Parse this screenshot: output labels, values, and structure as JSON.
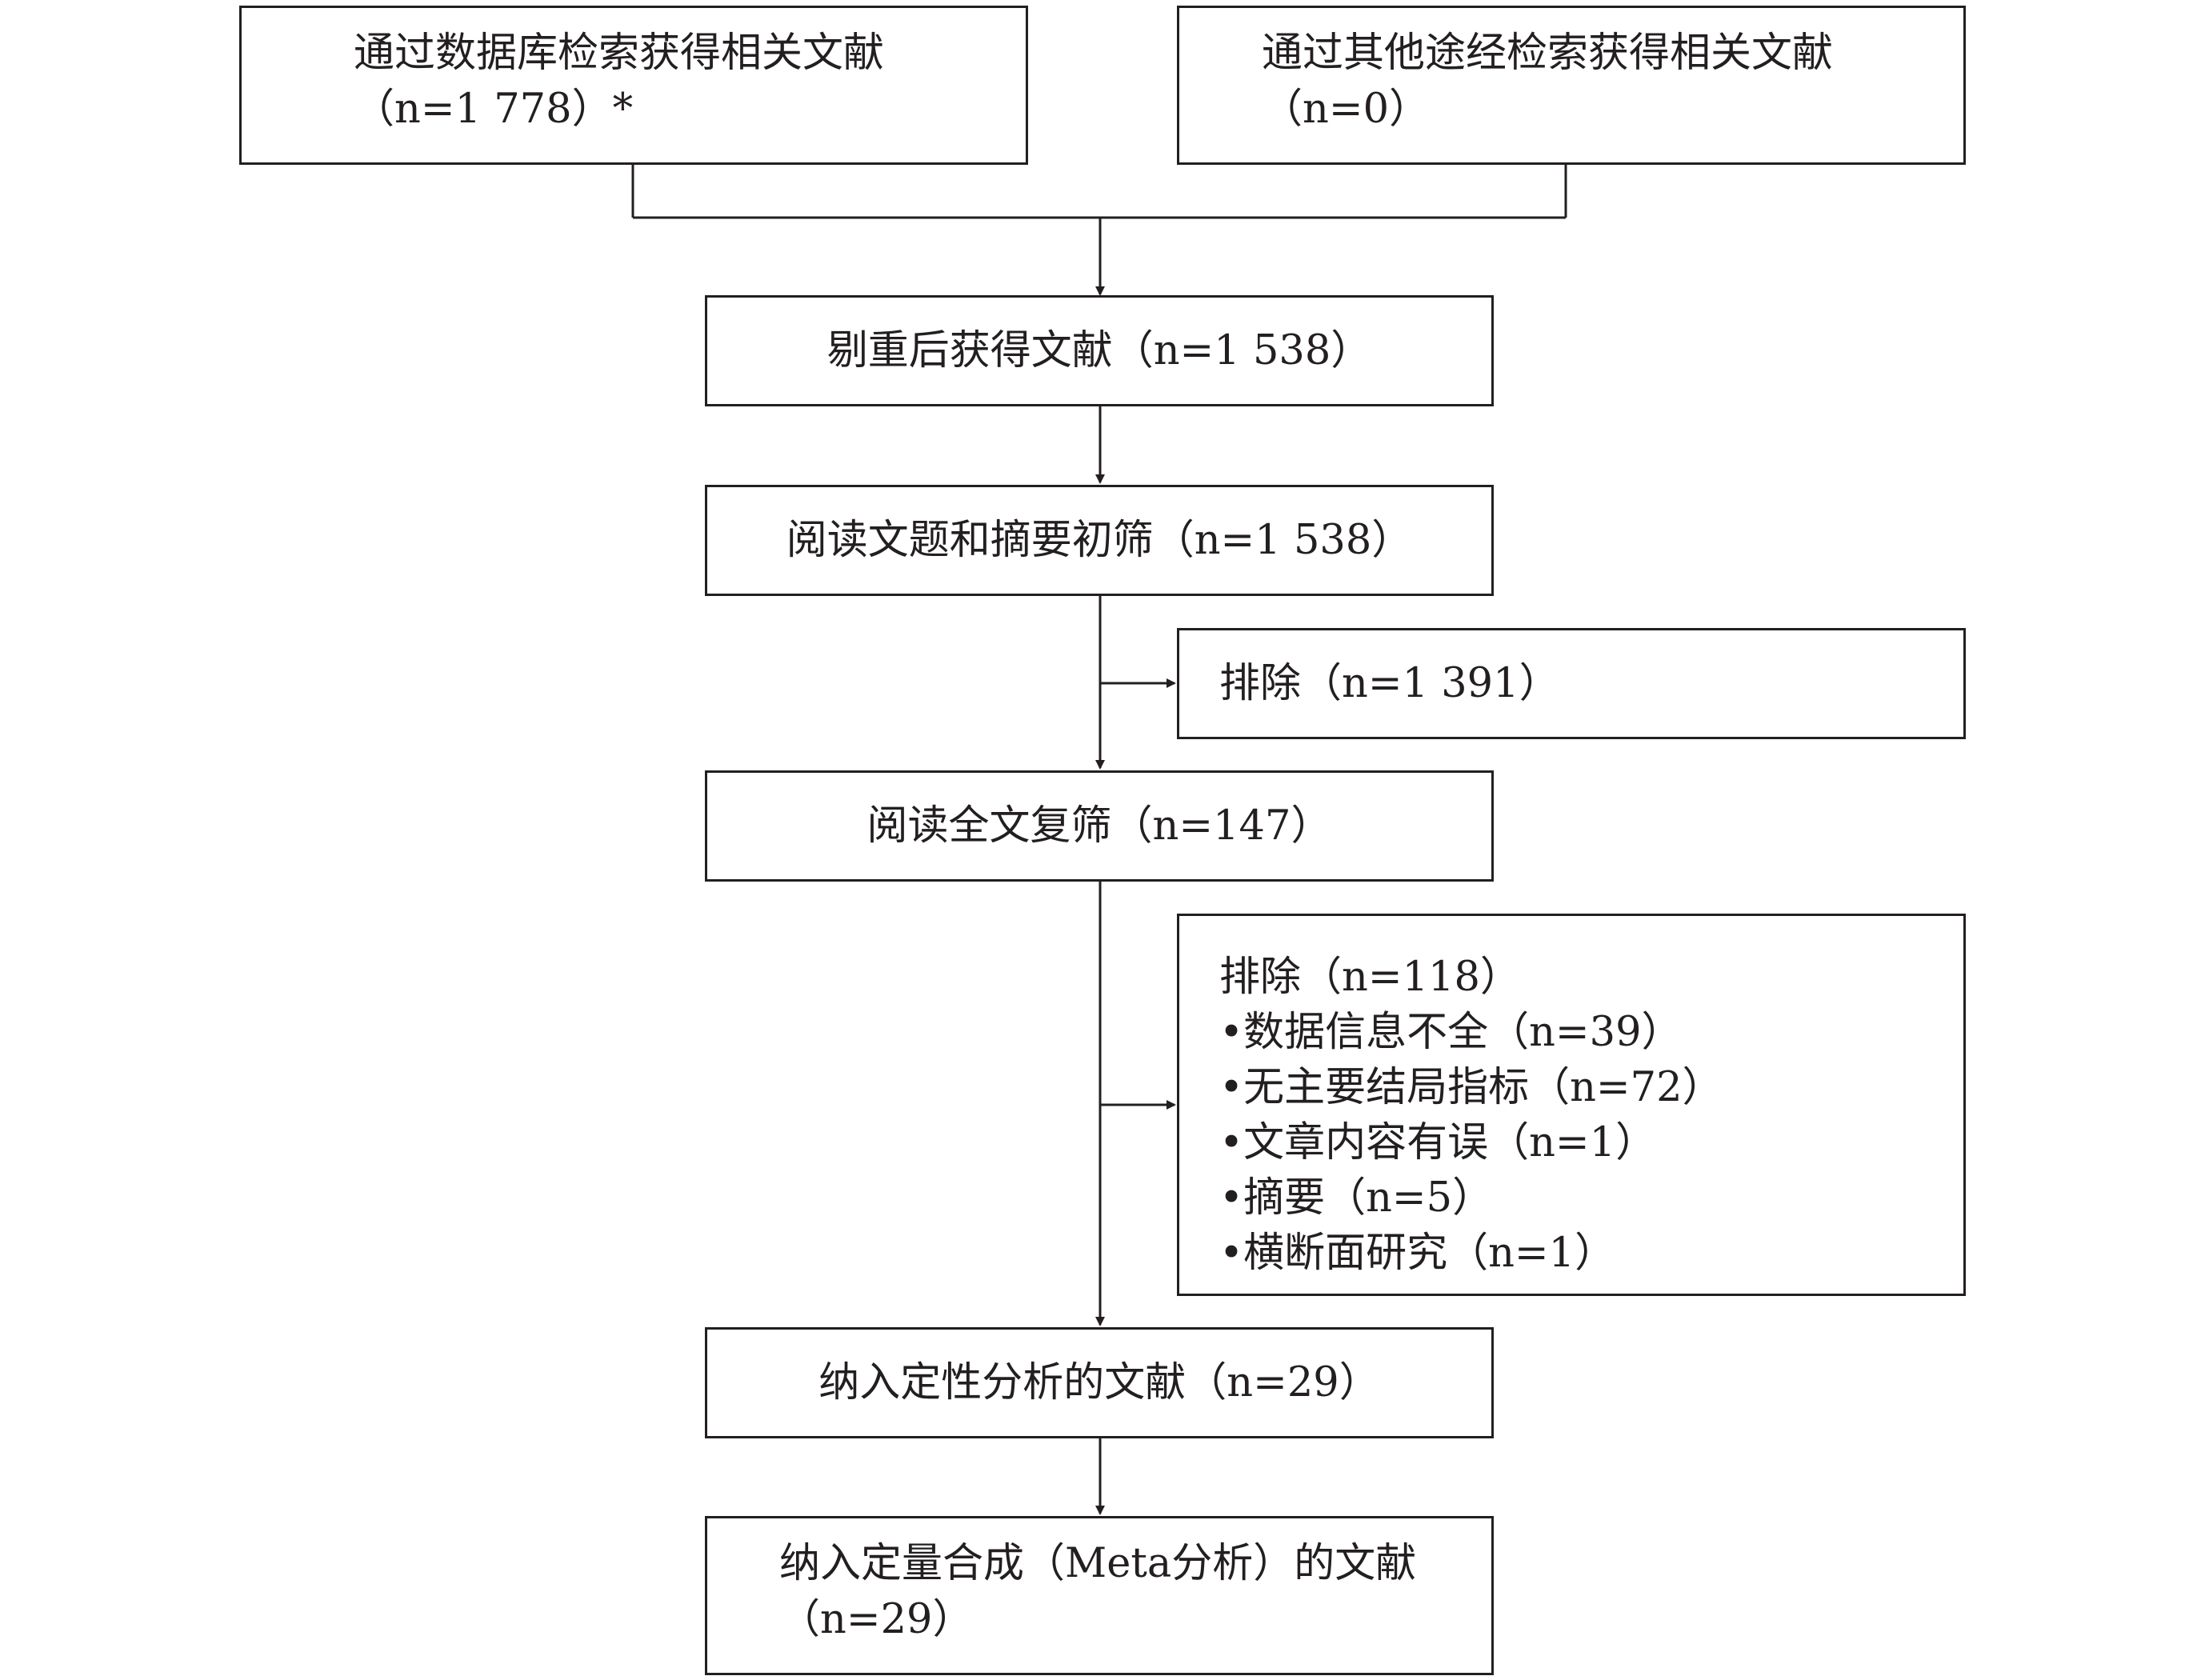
{
  "colors": {
    "stroke": "#231f20",
    "background": "#ffffff"
  },
  "nodes": {
    "database_search": {
      "line1": "通过数据库检索获得相关文献",
      "line2": "（n=1 778）*"
    },
    "other_search": {
      "line1": "通过其他途经检索获得相关文献",
      "line2": "（n=0）"
    },
    "dedup": {
      "line1": "剔重后获得文献（n=1 538）"
    },
    "title_abstract_screen": {
      "line1": "阅读文题和摘要初筛（n=1 538）"
    },
    "excluded_1": {
      "line1": "排除（n=1 391）"
    },
    "fulltext_screen": {
      "line1": "阅读全文复筛（n=147）"
    },
    "excluded_2": {
      "header": "排除（n=118）",
      "items": [
        "•数据信息不全（n=39）",
        "•无主要结局指标（n=72）",
        "•文章内容有误（n=1）",
        "•摘要（n=5）",
        "•横断面研究（n=1）"
      ]
    },
    "qualitative": {
      "line1": "纳入定性分析的文献（n=29）"
    },
    "quantitative": {
      "line1": "纳入定量合成（Meta分析）的文献",
      "line2": "（n=29）"
    }
  }
}
